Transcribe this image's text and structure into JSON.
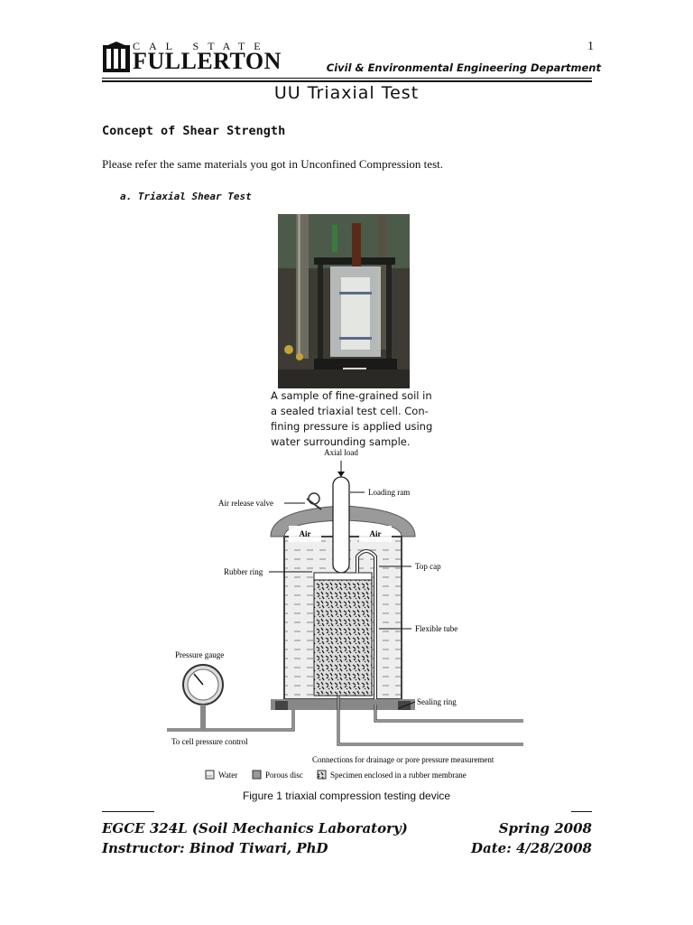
{
  "header": {
    "page_number": "1",
    "logo_top_text": "CAL STATE",
    "logo_bottom_text": "FULLERTON",
    "department": "Civil & Environmental Engineering Department"
  },
  "document": {
    "title": "UU Triaxial Test",
    "section_heading": "Concept of Shear Strength",
    "body_text": "Please refer the same materials you got in Unconfined Compression test.",
    "subheading": "a.  Triaxial Shear Test"
  },
  "photo": {
    "caption_lines": [
      "A sample of fine-grained soil in",
      "a sealed triaxial test cell.  Con-",
      "fining pressure is applied using",
      "water surrounding sample."
    ]
  },
  "diagram": {
    "labels": {
      "axial_load": "Axial load",
      "loading_ram": "Loading ram",
      "air_release_valve": "Air release valve",
      "air_left": "Air",
      "air_right": "Air",
      "rubber_ring": "Rubber ring",
      "top_cap": "Top cap",
      "flexible_tube": "Flexible tube",
      "pressure_gauge": "Pressure gauge",
      "sealing_ring": "Sealing ring",
      "cell_pressure": "To cell pressure control",
      "connections": "Connections for drainage or pore pressure measurement"
    },
    "legend": {
      "water": "Water",
      "porous_disc": "Porous disc",
      "specimen": "Specimen enclosed in a rubber membrane"
    }
  },
  "figure_caption": "Figure 1 triaxial compression testing device",
  "footer": {
    "course": "EGCE 324L (Soil Mechanics Laboratory)",
    "term": "Spring 2008",
    "instructor": "Instructor: Binod Tiwari, PhD",
    "date": "Date: 4/28/2008"
  }
}
